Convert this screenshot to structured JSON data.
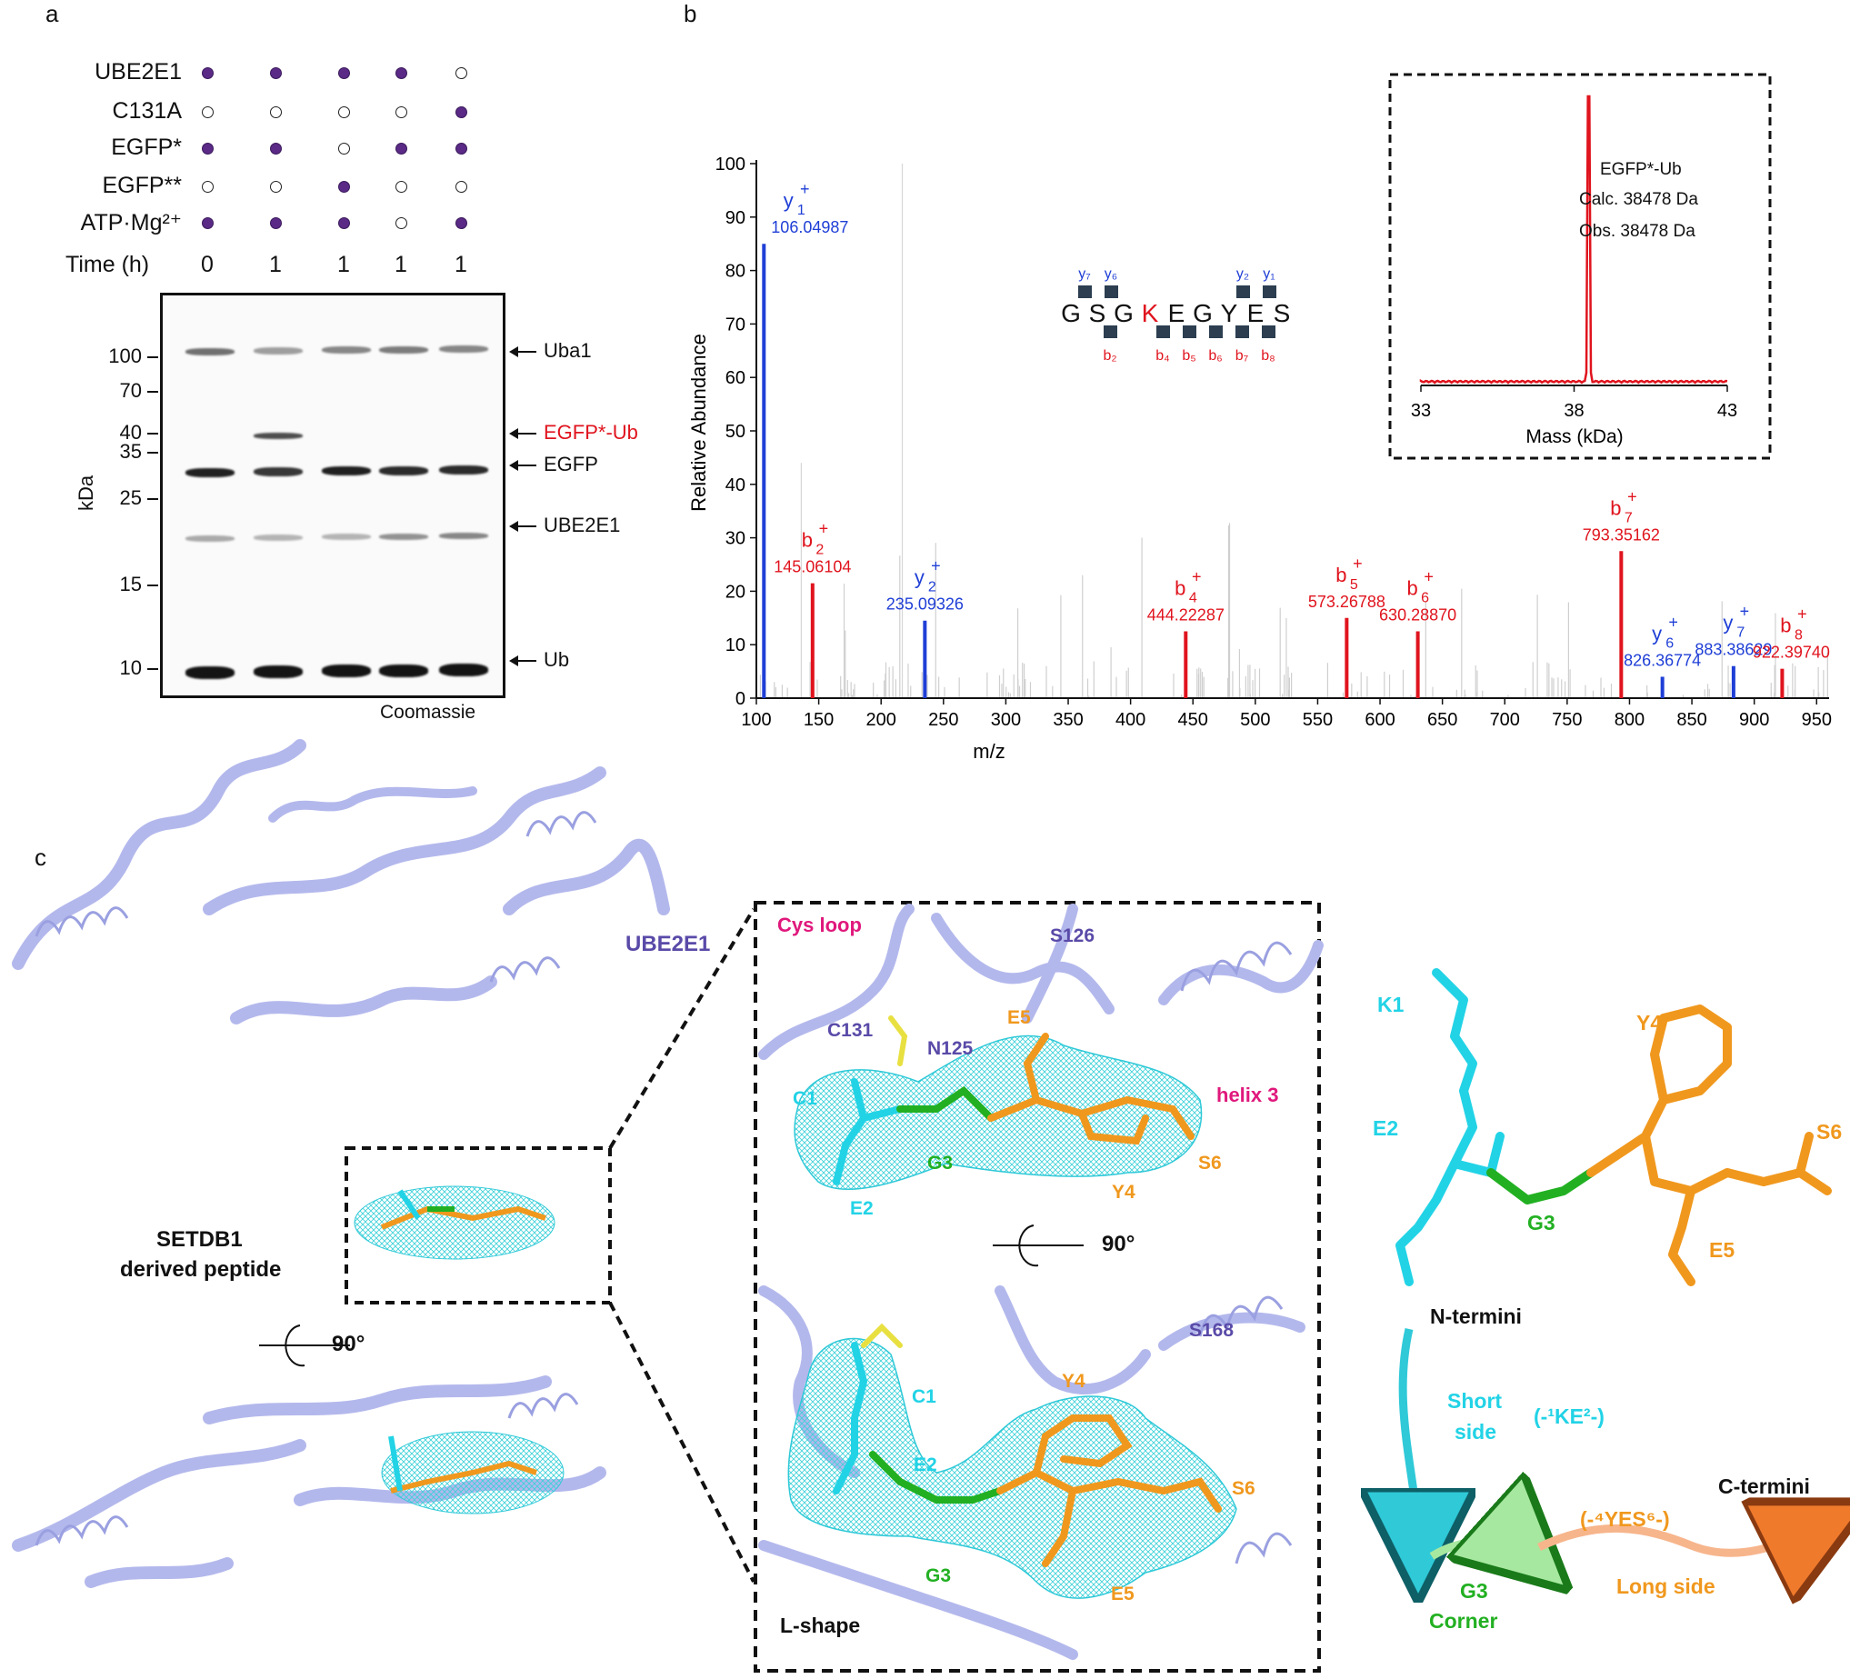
{
  "panel_a": {
    "letter": "a",
    "conditions": [
      {
        "label": "UBE2E1",
        "marks": [
          1,
          1,
          1,
          1,
          0
        ]
      },
      {
        "label": "C131A",
        "marks": [
          0,
          0,
          0,
          0,
          1
        ]
      },
      {
        "label": "EGFP*",
        "marks": [
          1,
          1,
          0,
          1,
          1
        ]
      },
      {
        "label": "EGFP**",
        "marks": [
          0,
          0,
          1,
          0,
          0
        ]
      },
      {
        "label": "ATP·Mg²⁺",
        "marks": [
          1,
          1,
          1,
          0,
          1
        ]
      }
    ],
    "time_label": "Time (h)",
    "times": [
      "0",
      "1",
      "1",
      "1",
      "1"
    ],
    "ladder": [
      "100",
      "70",
      "40",
      "35",
      "25",
      "15",
      "10"
    ],
    "ladder_axis_label": "kDa",
    "bands": [
      {
        "label": "Uba1",
        "color": "#111111"
      },
      {
        "label": "EGFP*-Ub",
        "color": "#e0141e"
      },
      {
        "label": "EGFP",
        "color": "#111111"
      },
      {
        "label": "UBE2E1",
        "color": "#111111"
      },
      {
        "label": "Ub",
        "color": "#111111"
      }
    ],
    "stain": "Coomassie"
  },
  "panel_b": {
    "letter": "b",
    "chart_data": {
      "type": "bar",
      "xlabel": "m/z",
      "ylabel": "Relative  Abundance",
      "xlim": [
        100,
        960
      ],
      "ylim": [
        0,
        100
      ],
      "xticks": [
        "100",
        "150",
        "200",
        "250",
        "300",
        "350",
        "400",
        "450",
        "500",
        "550",
        "600",
        "650",
        "700",
        "750",
        "800",
        "850",
        "900",
        "950"
      ],
      "yticks": [
        "0",
        "10",
        "20",
        "30",
        "40",
        "50",
        "60",
        "70",
        "80",
        "90",
        "100"
      ],
      "peaks": [
        {
          "ion": "y",
          "sub": "1",
          "sup": "+",
          "mz": "106.04987",
          "x": 106.05,
          "y": 85,
          "color": "#1f3fd6"
        },
        {
          "ion": "b",
          "sub": "2",
          "sup": "+",
          "mz": "145.06104",
          "x": 145.06,
          "y": 21.5,
          "color": "#e0141e"
        },
        {
          "ion": "y",
          "sub": "2",
          "sup": "+",
          "mz": "235.09326",
          "x": 235.09,
          "y": 14.5,
          "color": "#1f3fd6"
        },
        {
          "ion": "b",
          "sub": "4",
          "sup": "+",
          "mz": "444.22287",
          "x": 444.22,
          "y": 12.5,
          "color": "#e0141e"
        },
        {
          "ion": "b",
          "sub": "5",
          "sup": "+",
          "mz": "573.26788",
          "x": 573.27,
          "y": 15,
          "color": "#e0141e"
        },
        {
          "ion": "b",
          "sub": "6",
          "sup": "+",
          "mz": "630.28870",
          "x": 630.29,
          "y": 12.5,
          "color": "#e0141e"
        },
        {
          "ion": "b",
          "sub": "7",
          "sup": "+",
          "mz": "793.35162",
          "x": 793.35,
          "y": 27.5,
          "color": "#e0141e"
        },
        {
          "ion": "y",
          "sub": "6",
          "sup": "+",
          "mz": "826.36774",
          "x": 826.37,
          "y": 4,
          "color": "#1f3fd6"
        },
        {
          "ion": "y",
          "sub": "7",
          "sup": "+",
          "mz": "883.38629",
          "x": 883.39,
          "y": 6,
          "color": "#1f3fd6"
        },
        {
          "ion": "b",
          "sub": "8",
          "sup": "+",
          "mz": "922.39740",
          "x": 922.4,
          "y": 5.5,
          "color": "#e0141e"
        }
      ],
      "peptide": {
        "residues": [
          "G",
          "S",
          "G",
          "K",
          "E",
          "G",
          "Y",
          "E",
          "S"
        ],
        "highlight_index": 3,
        "y_ions": [
          "y₇",
          "y₆",
          "y₂",
          "y₁"
        ],
        "b_ions": [
          "b₂",
          "b₄",
          "b₅",
          "b₆",
          "b₇",
          "b₈"
        ]
      }
    },
    "inset": {
      "chart_data": {
        "type": "line",
        "xlabel": "Mass (kDa)",
        "xlim": [
          33,
          43
        ],
        "xticks": [
          "33",
          "38",
          "43"
        ],
        "peak_x": 38.478,
        "color": "#e0141e"
      },
      "title": "EGFP*-Ub",
      "calc": "Calc. 38478 Da",
      "obs": "Obs. 38478 Da"
    }
  },
  "panel_c": {
    "letter": "c",
    "protein_label": "UBE2E1",
    "peptide_label_1": "SETDB1",
    "peptide_label_2": "derived peptide",
    "rotation": "90°",
    "rotation_2": "90°",
    "zoom_top": {
      "cys_loop": "Cys loop",
      "helix3": "helix 3",
      "S126": "S126",
      "C131": "C131",
      "N125": "N125",
      "E5": "E5",
      "C1": "C1",
      "G3": "G3",
      "E2": "E2",
      "Y4": "Y4",
      "S6": "S6"
    },
    "zoom_bottom": {
      "S168": "S168",
      "Y4": "Y4",
      "C1": "C1",
      "E2": "E2",
      "S6": "S6",
      "G3": "G3",
      "E5": "E5",
      "lshape": "L-shape"
    },
    "residues": {
      "K1": "K1",
      "E2": "E2",
      "G3": "G3",
      "Y4": "Y4",
      "E5": "E5",
      "S6": "S6"
    },
    "schematic": {
      "n_term": "N-termini",
      "c_term": "C-termini",
      "short_side_1": "Short",
      "short_side_2": "side",
      "short_seq": "(-¹KE²-)",
      "long_seq": "(-⁴YES⁶-)",
      "corner_1": "G3",
      "corner_2": "Corner",
      "long_side": "Long side"
    },
    "colors": {
      "protein": "#b3b8ec",
      "cyan": "#22d3e6",
      "green": "#22b022",
      "orange": "#f0981e",
      "purple": "#5a4aa8",
      "magenta": "#e0187c"
    }
  }
}
